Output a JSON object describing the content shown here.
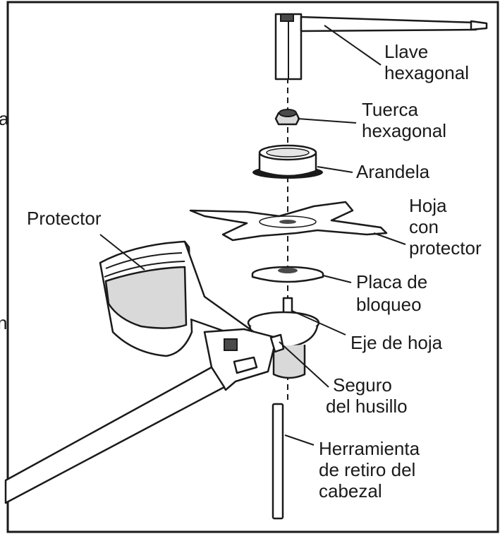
{
  "labels": {
    "llave": [
      "Llave",
      "hexagonal"
    ],
    "tuerca": [
      "Tuerca",
      "hexagonal"
    ],
    "arandela": [
      "Arandela"
    ],
    "protector": [
      "Protector"
    ],
    "hoja": [
      "Hoja",
      "con",
      "protector"
    ],
    "placa": [
      "Placa de",
      "bloqueo"
    ],
    "eje": [
      "Eje de hoja"
    ],
    "seguro": [
      "Seguro",
      "del husillo"
    ],
    "herramienta": [
      "Herramienta",
      "de retiro del",
      "cabezal"
    ]
  },
  "edge_glyphs": [
    "a",
    "n"
  ]
}
